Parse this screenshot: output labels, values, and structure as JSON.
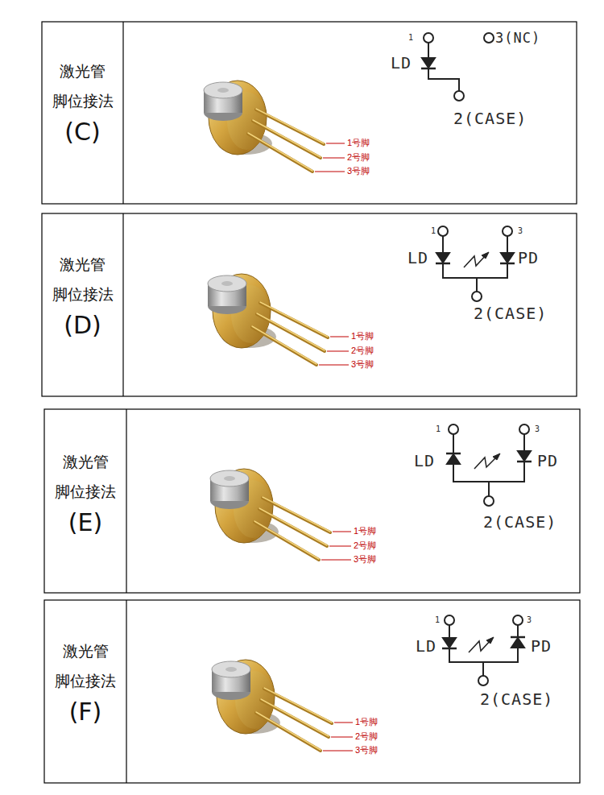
{
  "diagram": {
    "nodes": [
      {
        "text": [
          "激光管 脚位接法",
          "(C)"
        ]
      },
      {
        "text": [
          "激光管 脚位接法",
          "(D)"
        ]
      },
      {
        "text": [
          "激光管 脚位接法",
          "(E)"
        ]
      },
      {
        "text": [
          "激光管 脚位接法",
          "(F)"
        ]
      }
    ],
    "labels": [
      "1",
      "3(NC)",
      "LD",
      "2(CASE)",
      "1号脚",
      "2号脚",
      "3号脚",
      "1",
      "3",
      "LD",
      "PD",
      "2(CASE)",
      "1号脚",
      "2号脚",
      "3号脚",
      "1",
      "3",
      "LD",
      "PD",
      "2(CASE)",
      "1号脚",
      "2号脚",
      "3号脚",
      "1",
      "3",
      "LD",
      "PD",
      "2(CASE)",
      "1号脚",
      "2号脚",
      "3号脚"
    ]
  }
}
